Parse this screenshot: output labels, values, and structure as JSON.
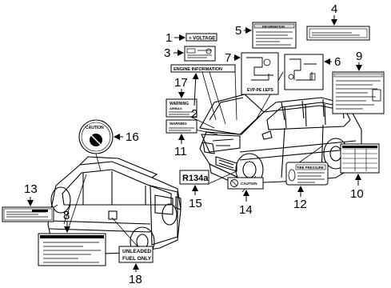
{
  "callouts": [
    "1",
    "2",
    "3",
    "4",
    "5",
    "6",
    "7",
    "8",
    "9",
    "10",
    "11",
    "12",
    "13",
    "14",
    "15",
    "16",
    "17",
    "18"
  ],
  "labels": {
    "label_1": "≡ VOLTAGE",
    "label_2": "ENGINE INFORMATION",
    "label_5_header": "INFORMATION",
    "label_7_caption": "EVP-PE LEPS",
    "label_11_header": "WARNING",
    "label_12_header": "TIRE PRESSURE",
    "label_14_text": "CAUTION",
    "label_15_text": "R134a",
    "label_16_text": "CAUTION",
    "label_17_header": "WARNING",
    "label_17_sub": "AIRBAG",
    "label_18_line1": "UNLEADED",
    "label_18_line2": "FUEL ONLY"
  },
  "colors": {
    "ink": "#000000",
    "paper": "#ffffff",
    "tint": "#d8d8d8"
  }
}
